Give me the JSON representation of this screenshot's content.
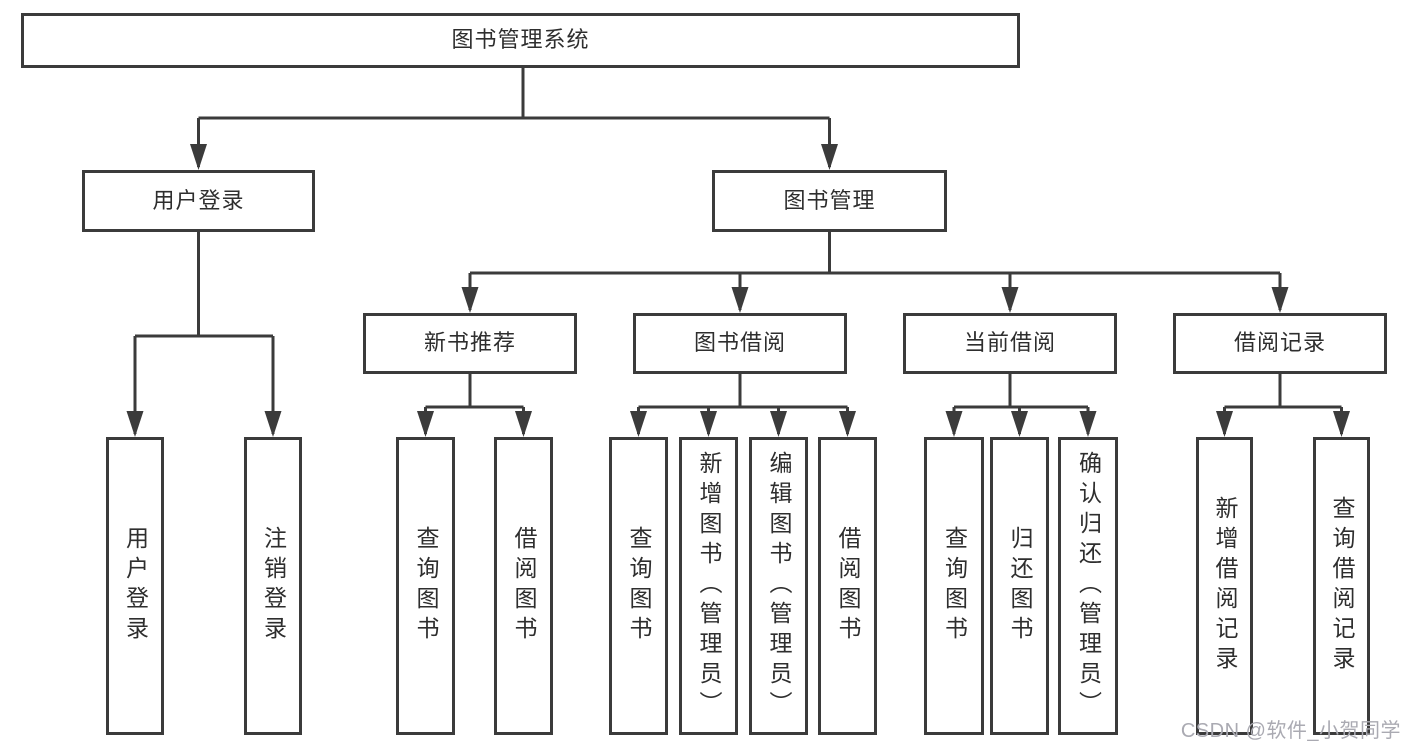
{
  "diagram": {
    "tree": {
      "label": "图书管理系统",
      "children": [
        {
          "label": "用户登录",
          "children": [
            {
              "label": "用户登录"
            },
            {
              "label": "注销登录"
            }
          ]
        },
        {
          "label": "图书管理",
          "children": [
            {
              "label": "新书推荐",
              "children": [
                {
                  "label": "查询图书"
                },
                {
                  "label": "借阅图书"
                }
              ]
            },
            {
              "label": "图书借阅",
              "children": [
                {
                  "label": "查询图书"
                },
                {
                  "label": "新增图书（管理员）"
                },
                {
                  "label": "编辑图书（管理员）"
                },
                {
                  "label": "借阅图书"
                }
              ]
            },
            {
              "label": "当前借阅",
              "children": [
                {
                  "label": "查询图书"
                },
                {
                  "label": "归还图书"
                },
                {
                  "label": "确认归还（管理员）"
                }
              ]
            },
            {
              "label": "借阅记录",
              "children": [
                {
                  "label": "新增借阅记录"
                },
                {
                  "label": "查询借阅记录"
                }
              ]
            }
          ]
        }
      ]
    }
  },
  "watermark": {
    "text": "CSDN @软件_小贺同学"
  },
  "colors": {
    "line": "#3b3b3b",
    "box_border": "#3b3b3b",
    "box_background": "#ffffff",
    "text": "#2e2e2e",
    "watermark": "#aaaab2",
    "background": "#ffffff"
  }
}
